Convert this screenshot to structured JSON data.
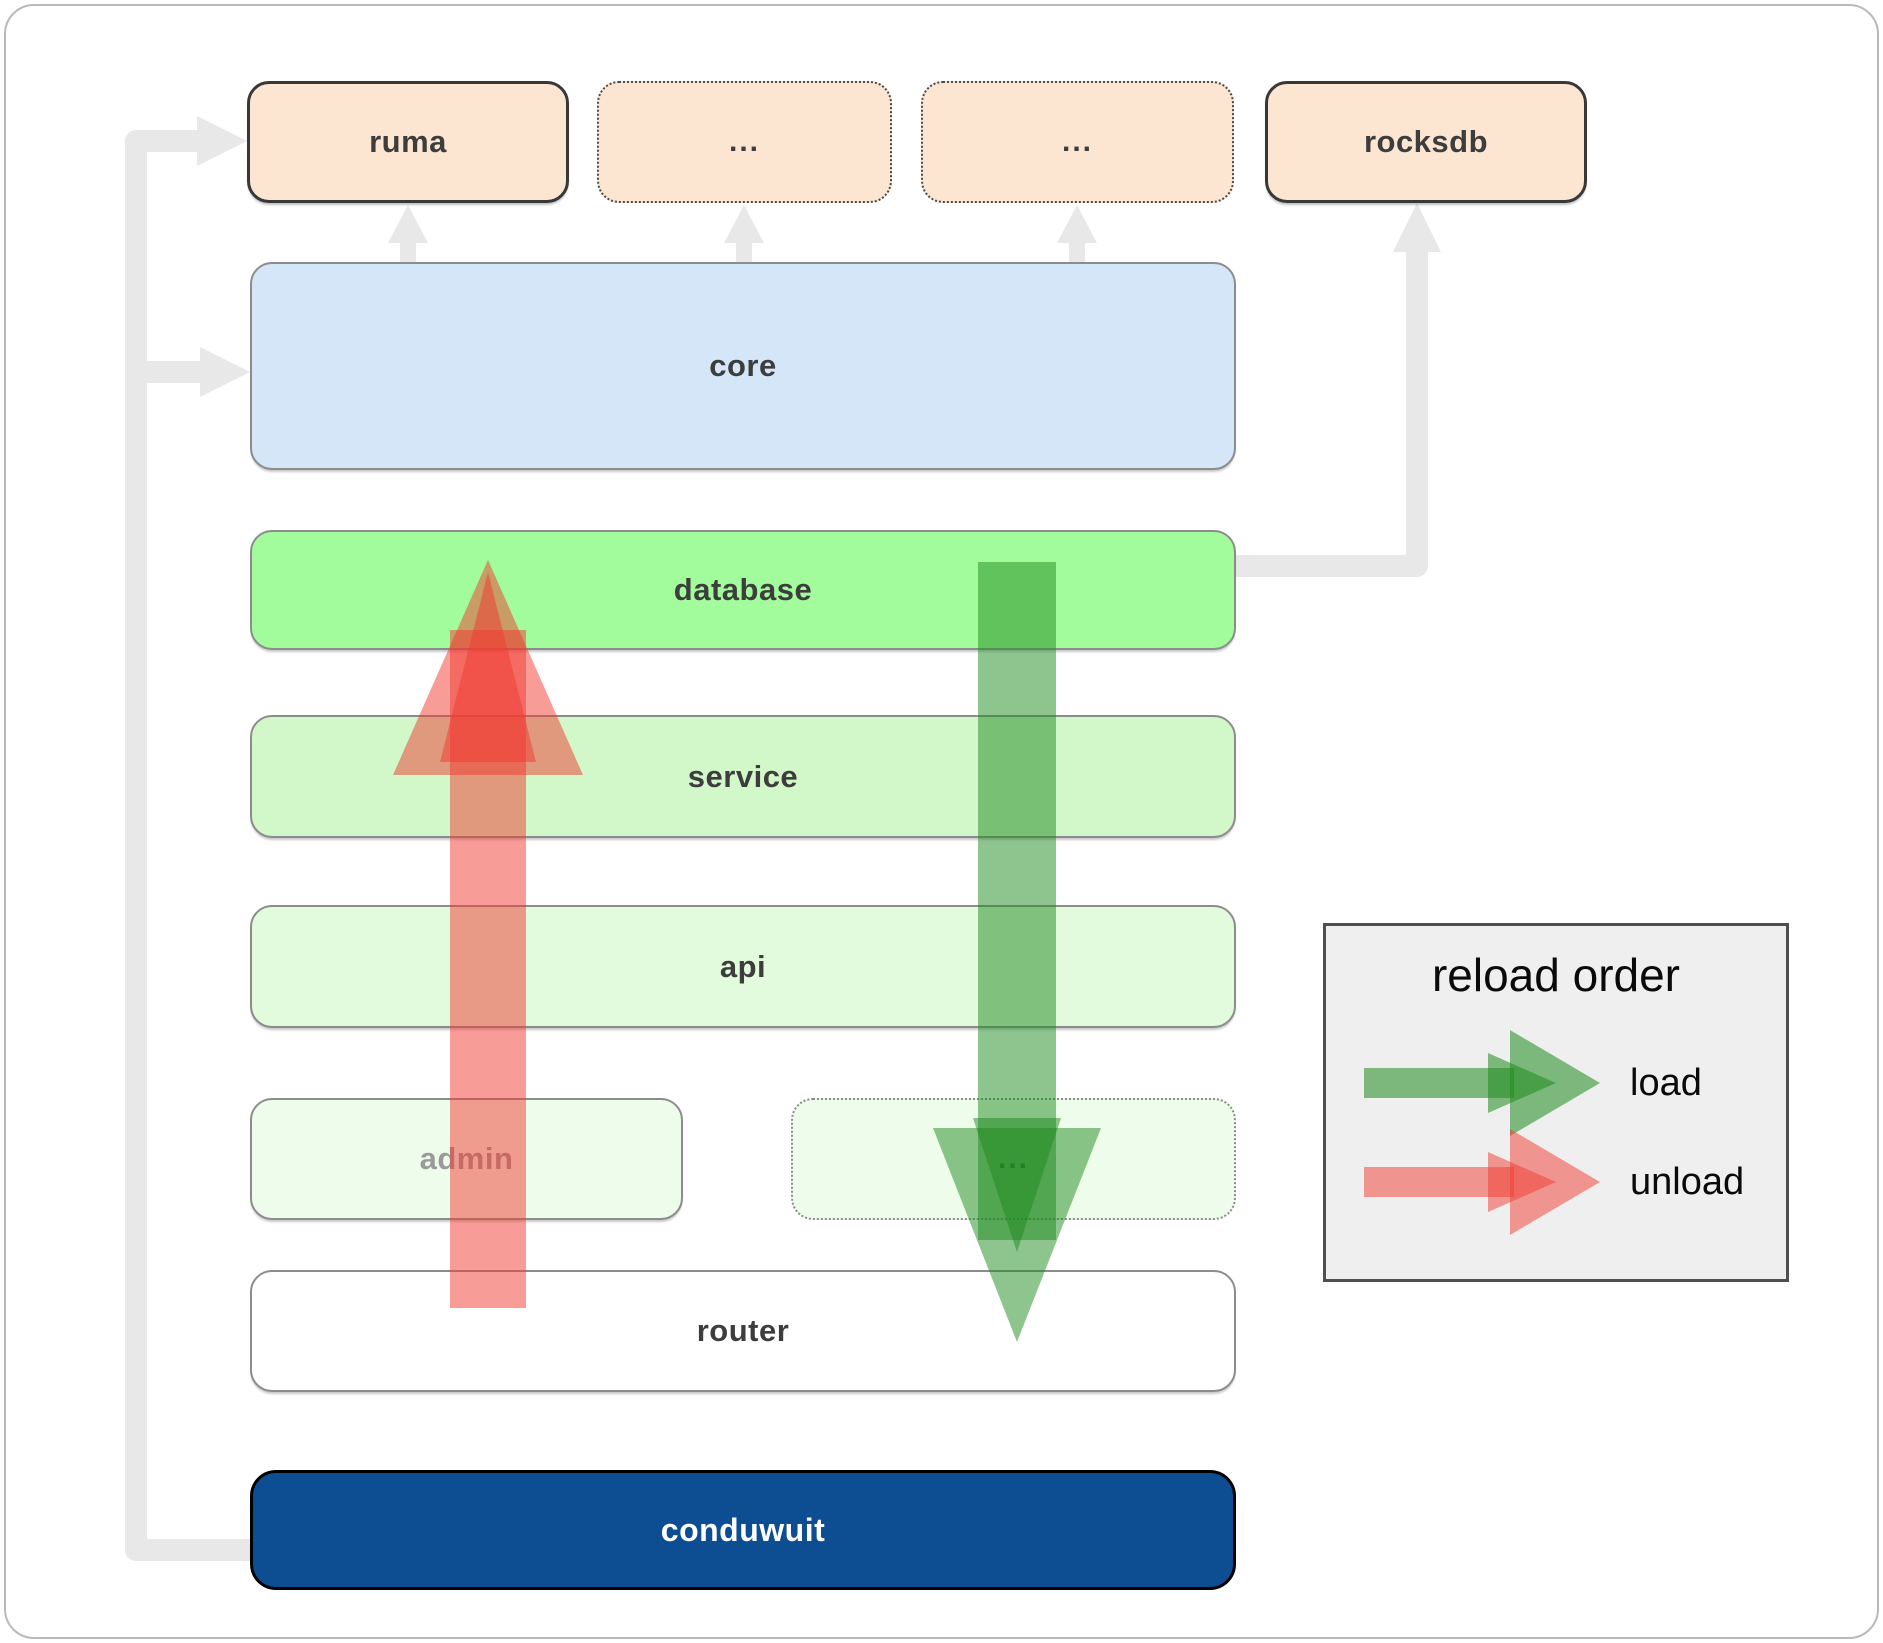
{
  "nodes": {
    "ruma": "ruma",
    "dots_top_1": "...",
    "dots_top_2": "...",
    "rocksdb": "rocksdb",
    "core": "core",
    "database": "database",
    "service": "service",
    "api": "api",
    "admin": "admin",
    "dots_mid": "...",
    "router": "router",
    "conduwuit": "conduwuit"
  },
  "legend": {
    "title": "reload order",
    "load": "load",
    "unload": "unload"
  },
  "colors": {
    "peach_fill": "#fce6d2",
    "core_fill": "#d4e6f7",
    "database_fill": "#a2fc9b",
    "service_fill": "#d2f8ca",
    "api_fill": "#e3fbdd",
    "admin_fill": "#eefdeb",
    "router_fill": "#ffffff",
    "conduwuit_fill": "#0d4e92",
    "connector_gray": "#e8e8e8",
    "load_green": "#1d8a1d",
    "unload_red": "#f0392f",
    "legend_bg": "#efefef",
    "label_dark": "#3d3d3d",
    "admin_label": "#9a9a9a"
  }
}
